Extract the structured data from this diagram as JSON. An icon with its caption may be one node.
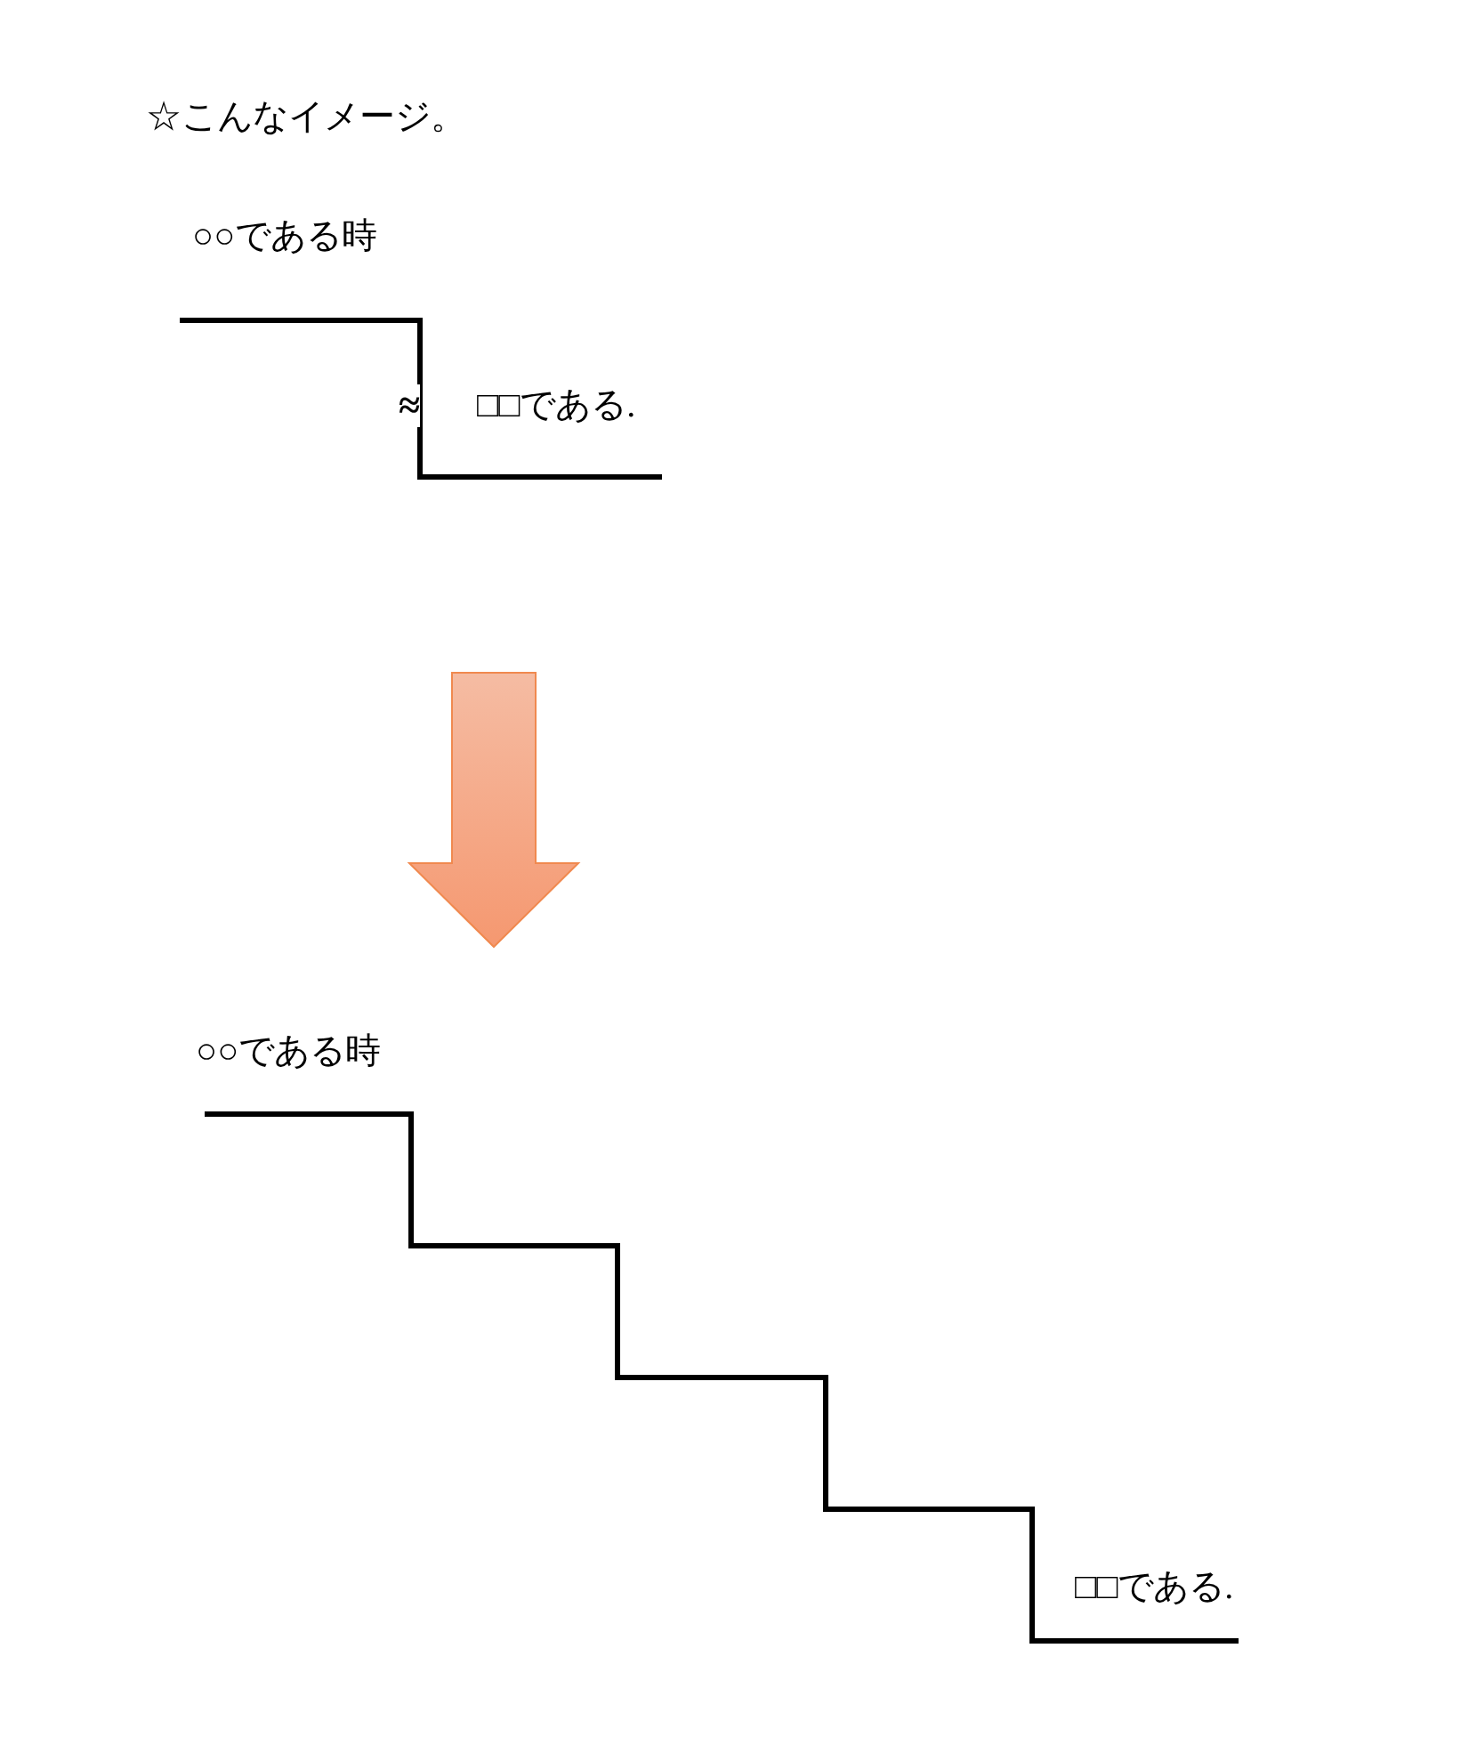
{
  "diagram": {
    "title": "☆こんなイメージ。",
    "labels": [
      "○○である時",
      "≈",
      "□□である.",
      "○○である時",
      "□□である."
    ]
  }
}
